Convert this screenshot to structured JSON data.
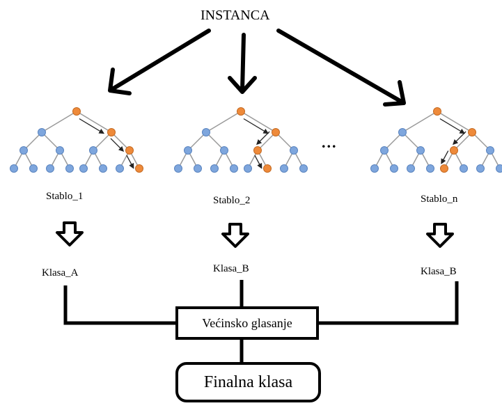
{
  "title": "INSTANCA",
  "ellipsis": "...",
  "trees": [
    {
      "label": "Stablo_1",
      "class_label": "Klasa_A"
    },
    {
      "label": "Stablo_2",
      "class_label": "Klasa_B"
    },
    {
      "label": "Stablo_n",
      "class_label": "Klasa_B"
    }
  ],
  "voting": "Većinsko glasanje",
  "final": "Finalna klasa",
  "colors": {
    "node_blue": "#7ea6dd",
    "node_orange": "#ee8a3a",
    "edge_gray": "#9a9a9a",
    "line": "#000000"
  }
}
